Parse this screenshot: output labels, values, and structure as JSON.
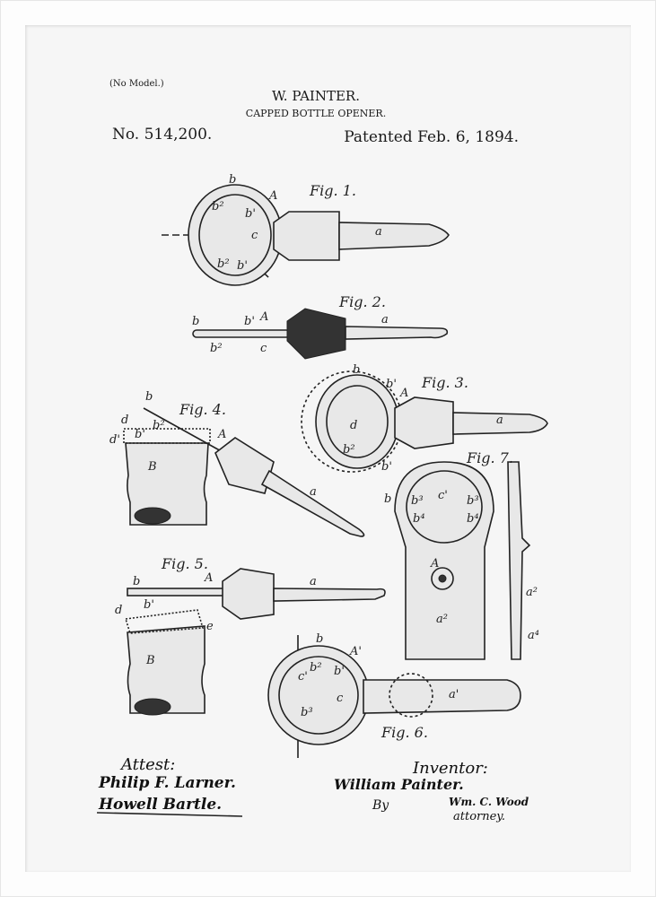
{
  "header": {
    "no_model": "(No Model.)",
    "inventor": "W. PAINTER.",
    "title": "CAPPED BOTTLE OPENER.",
    "patent_number": "No. 514,200.",
    "patent_date": "Patented Feb. 6, 1894."
  },
  "figures": {
    "fig1": {
      "title": "Fig. 1.",
      "labels": [
        "b",
        "A",
        "b²",
        "b'",
        "c",
        "a",
        "b²",
        "b'"
      ]
    },
    "fig2": {
      "title": "Fig. 2.",
      "labels": [
        "b",
        "b'",
        "A",
        "a",
        "b²",
        "c"
      ]
    },
    "fig3": {
      "title": "Fig. 3.",
      "labels": [
        "b",
        "b'",
        "A",
        "d",
        "a",
        "b²",
        "b'"
      ]
    },
    "fig4": {
      "title": "Fig. 4.",
      "labels": [
        "b",
        "d",
        "b²",
        "d'",
        "b'",
        "A",
        "B",
        "a"
      ]
    },
    "fig5": {
      "title": "Fig. 5.",
      "labels": [
        "A",
        "b",
        "a",
        "d",
        "b'",
        "e",
        "B"
      ]
    },
    "fig6": {
      "title": "Fig. 6.",
      "labels": [
        "b",
        "A'",
        "c'",
        "b²",
        "b³",
        "b'",
        "c",
        "a'"
      ]
    },
    "fig7": {
      "title": "Fig. 7.",
      "labels": [
        "b",
        "b³",
        "c'",
        "b³",
        "b⁴",
        "b⁴",
        "A",
        "a²",
        "a²",
        "a⁴"
      ]
    }
  },
  "signatures": {
    "attest_label": "Attest:",
    "witness1": "Philip F. Larner.",
    "witness2": "Howell Bartle.",
    "inventor_label": "Inventor:",
    "inventor_name": "William Painter.",
    "by": "By",
    "attorney_name": "Wm. C. Wood",
    "attorney_label": "attorney."
  }
}
